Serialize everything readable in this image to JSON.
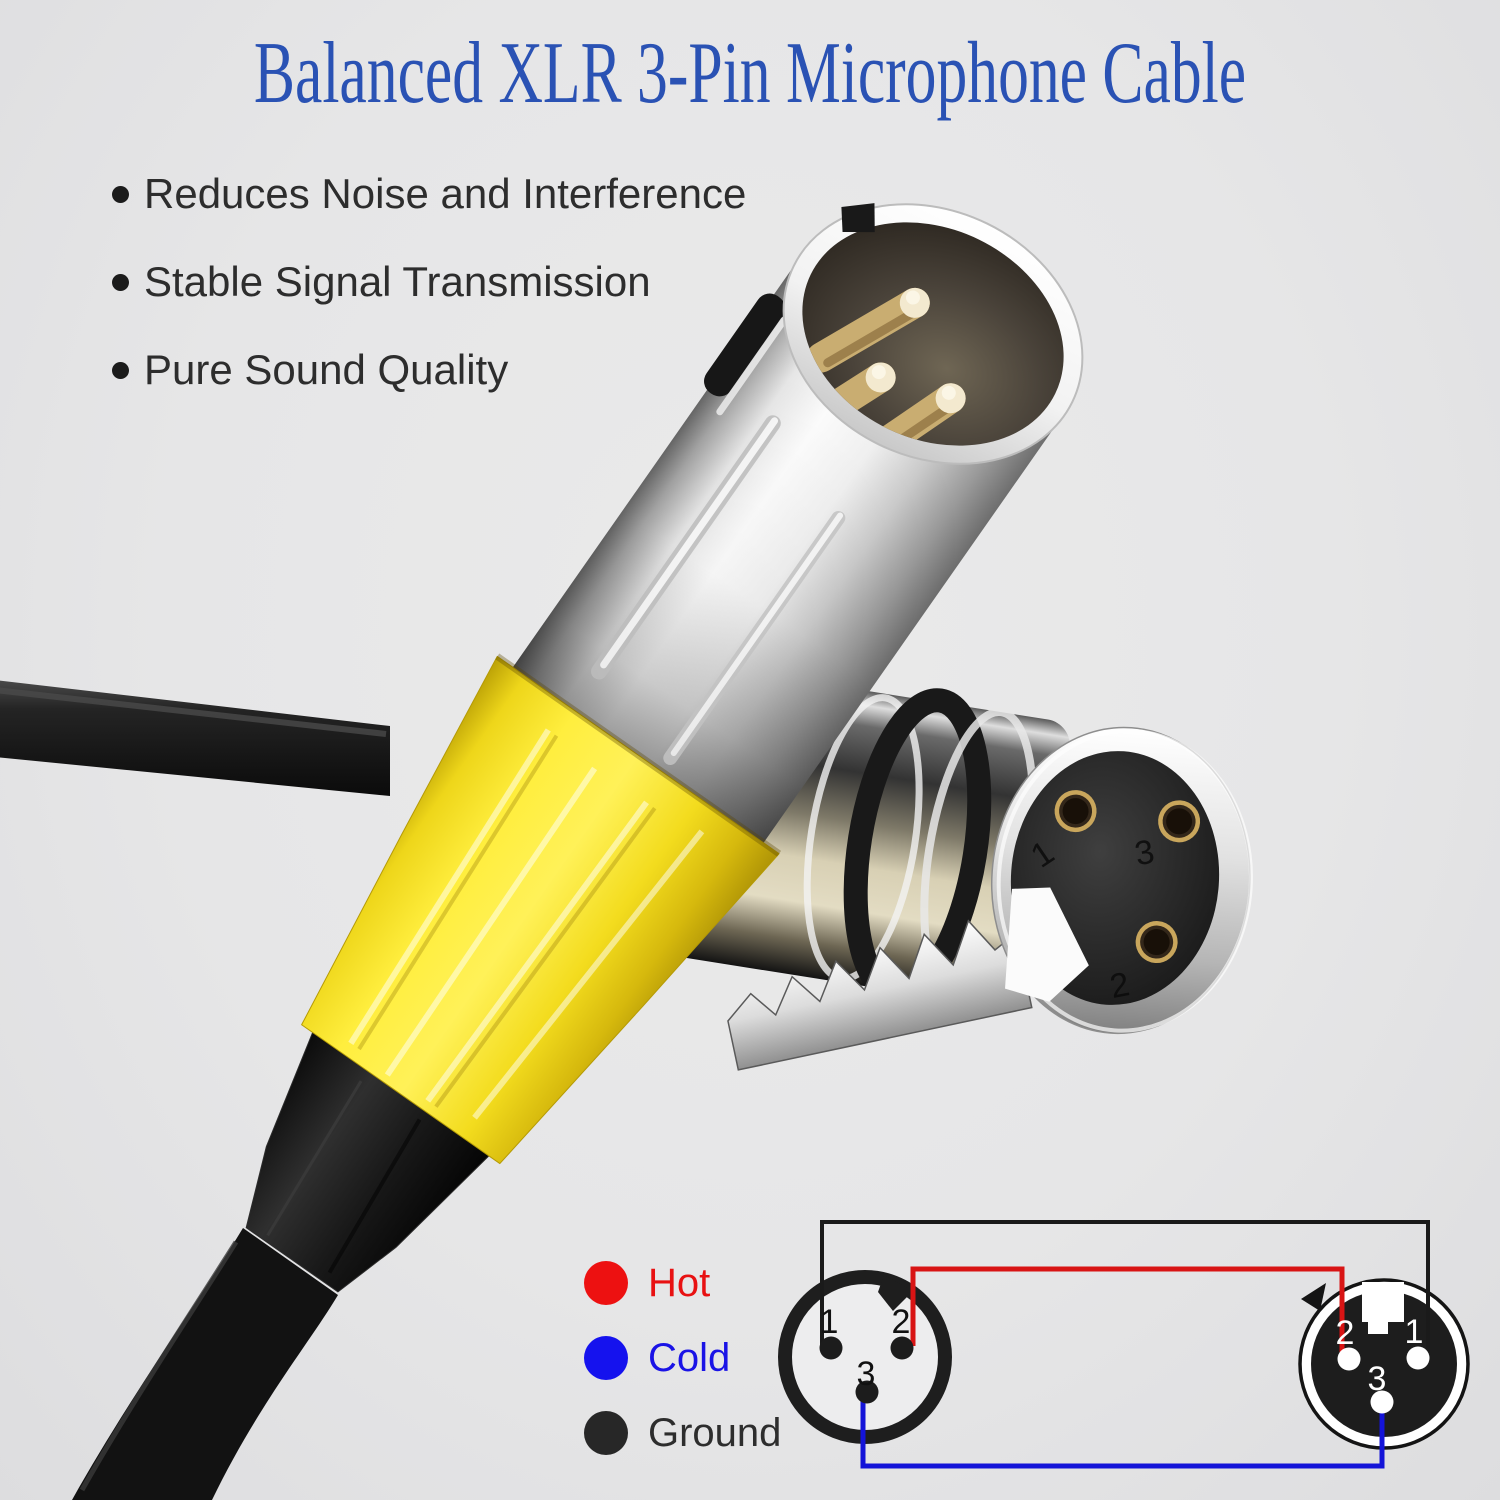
{
  "title": "Balanced XLR 3-Pin Microphone Cable",
  "features": [
    "Reduces Noise and Interference",
    "Stable Signal Transmission",
    "Pure Sound Quality"
  ],
  "legend": {
    "items": [
      {
        "label": "Hot",
        "color": "#ed1111"
      },
      {
        "label": "Cold",
        "color": "#1512ee"
      },
      {
        "label": "Ground",
        "color": "#272727"
      }
    ]
  },
  "diagram": {
    "male": {
      "pin_labels": [
        "1",
        "2",
        "3"
      ]
    },
    "female": {
      "pin_labels": [
        "2",
        "1",
        "3"
      ]
    },
    "wires": {
      "ground_color": "#1a1a1a",
      "hot_color": "#d81414",
      "cold_color": "#1414d8"
    }
  },
  "photo": {
    "female_face_labels": [
      "1",
      "3",
      "2"
    ],
    "colors": {
      "boot_yellow": "#f7e41f",
      "metal_silver": "#e9e9e9",
      "pin_gold": "#d9c089",
      "cable_black": "#141414",
      "background": "#e6e6e6",
      "title_blue": "#2a52b4"
    }
  }
}
